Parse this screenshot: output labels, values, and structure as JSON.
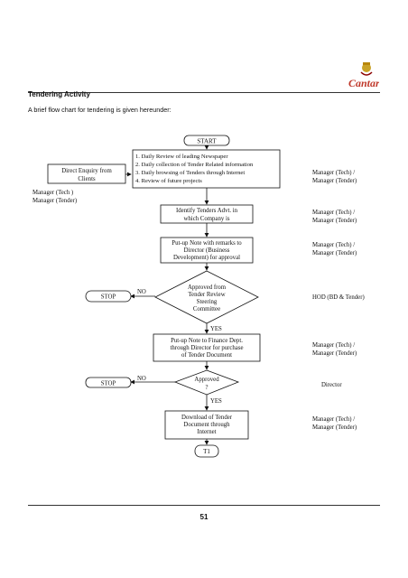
{
  "header": {
    "logo_text": "Cantar",
    "accent_color": "#c0392b"
  },
  "section": {
    "heading": "Tendering Activity",
    "intro": "A brief flow chart for tendering is given hereunder:"
  },
  "flowchart": {
    "start": "START",
    "direct_enquiry": [
      "Direct Enquiry from",
      "Clients"
    ],
    "direct_enquiry_role": [
      "Manager (Tech )",
      "Manager (Tender)"
    ],
    "daily_review": [
      "1. Daily Review of leading Newspaper",
      "2. Daily collection of Tender Related information",
      "3. Daily browsing of Tenders through Internet",
      "4. Review of future projects"
    ],
    "identify": [
      "Identify Tenders Advt. in",
      "which Company is"
    ],
    "put_up_note": [
      "Put-up Note with remarks to",
      "Director (Business",
      "Development) for approval"
    ],
    "approved_committee": [
      "Approved from",
      "Tender Review",
      "Steering",
      "Committee"
    ],
    "finance": [
      "Put-up Note to Finance Dept.",
      "through Director for purchase",
      "of Tender Document"
    ],
    "approved": [
      "Approved",
      "?"
    ],
    "download": [
      "Download of Tender",
      "Document through",
      "Internet"
    ],
    "end": "T1",
    "stop": "STOP",
    "no": "NO",
    "yes": "YES",
    "roles": {
      "manager_tech_tender": [
        "Manager (Tech) /",
        "Manager (Tender)"
      ],
      "hod": "HOD (BD & Tender)",
      "director": "Director"
    }
  },
  "footer": {
    "page_number": "51"
  }
}
